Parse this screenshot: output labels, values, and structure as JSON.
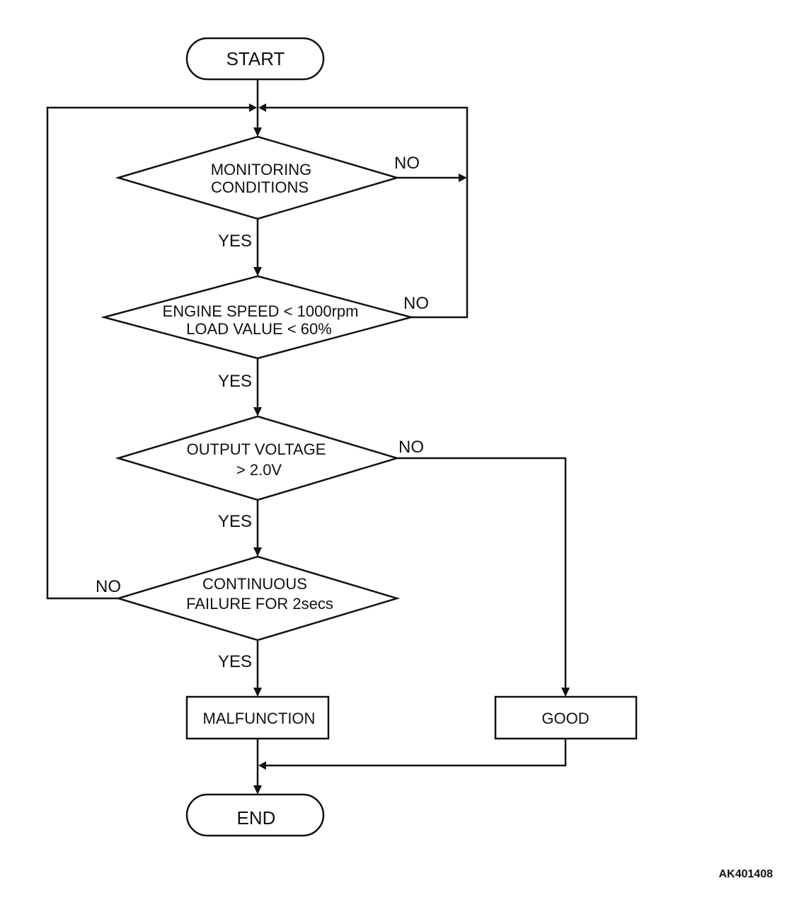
{
  "start": "START",
  "end": "END",
  "decisions": [
    {
      "line1": "MONITORING",
      "line2": "CONDITIONS",
      "yes": "YES",
      "no": "NO"
    },
    {
      "line1": "ENGINE SPEED < 1000rpm",
      "line2": "LOAD VALUE < 60%",
      "yes": "YES",
      "no": "NO"
    },
    {
      "line1": "OUTPUT VOLTAGE",
      "line2": "> 2.0V",
      "yes": "YES",
      "no": "NO"
    },
    {
      "line1": "CONTINUOUS",
      "line2": "FAILURE FOR 2secs",
      "yes": "YES",
      "no": "NO"
    }
  ],
  "results": {
    "malfunction": "MALFUNCTION",
    "good": "GOOD"
  },
  "reference_code": "AK401408"
}
